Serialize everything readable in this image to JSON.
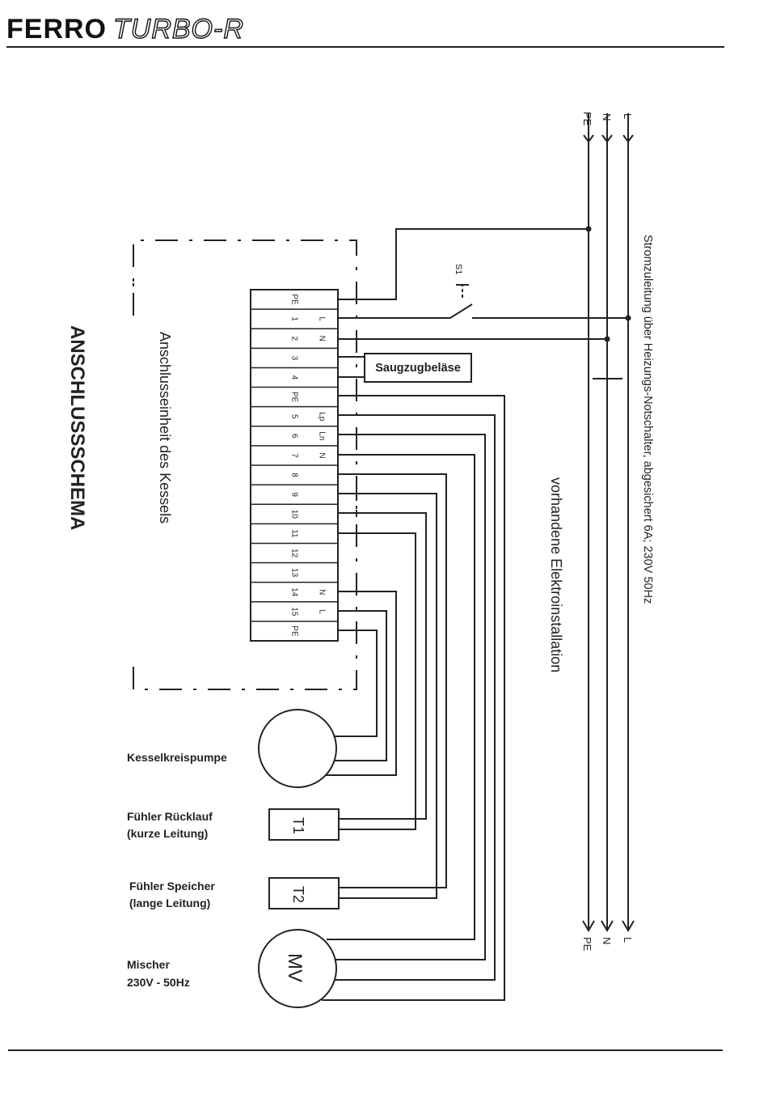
{
  "header": {
    "brand_main": "FERRO",
    "brand_sub": "TURBO-R"
  },
  "diagram": {
    "title": "ANSCHLUSSSCHEMA",
    "unit_label": "Anschlusseinheit des Kessels",
    "existing_installation": "vorhandene Elektroinstallation",
    "supply_note": "Stromzuleitung über Heizungs-Notschalter, abgesichert 6A; 230V 50Hz",
    "switch_label": "S1",
    "fan_label": "Saugzugbeläse",
    "supply_lines": [
      {
        "name": "L",
        "id": "line-l"
      },
      {
        "name": "N",
        "id": "line-n"
      },
      {
        "name": "PE",
        "id": "line-pe"
      }
    ],
    "terminals": [
      {
        "number": "PE",
        "tag": ""
      },
      {
        "number": "1",
        "tag": "L"
      },
      {
        "number": "2",
        "tag": "N"
      },
      {
        "number": "3",
        "tag": ""
      },
      {
        "number": "4",
        "tag": ""
      },
      {
        "number": "PE",
        "tag": ""
      },
      {
        "number": "5",
        "tag": "Lp"
      },
      {
        "number": "6",
        "tag": "Ln"
      },
      {
        "number": "7",
        "tag": "N"
      },
      {
        "number": "8",
        "tag": ""
      },
      {
        "number": "9",
        "tag": ""
      },
      {
        "number": "10",
        "tag": ""
      },
      {
        "number": "11",
        "tag": ""
      },
      {
        "number": "12",
        "tag": ""
      },
      {
        "number": "13",
        "tag": ""
      },
      {
        "number": "14",
        "tag": "N"
      },
      {
        "number": "15",
        "tag": "L"
      },
      {
        "number": "PE",
        "tag": ""
      }
    ],
    "devices": {
      "pump": {
        "label": "Kesselkreispumpe"
      },
      "t1": {
        "symbol": "T1",
        "label_line1": "Fühler Rücklauf",
        "label_line2": "(kurze Leitung)"
      },
      "t2": {
        "symbol": "T2",
        "label_line1": "Fühler Speicher",
        "label_line2": "(lange Leitung)"
      },
      "mixer": {
        "symbol": "MV",
        "label_line1": "Mischer",
        "label_line2": "230V - 50Hz"
      }
    }
  }
}
